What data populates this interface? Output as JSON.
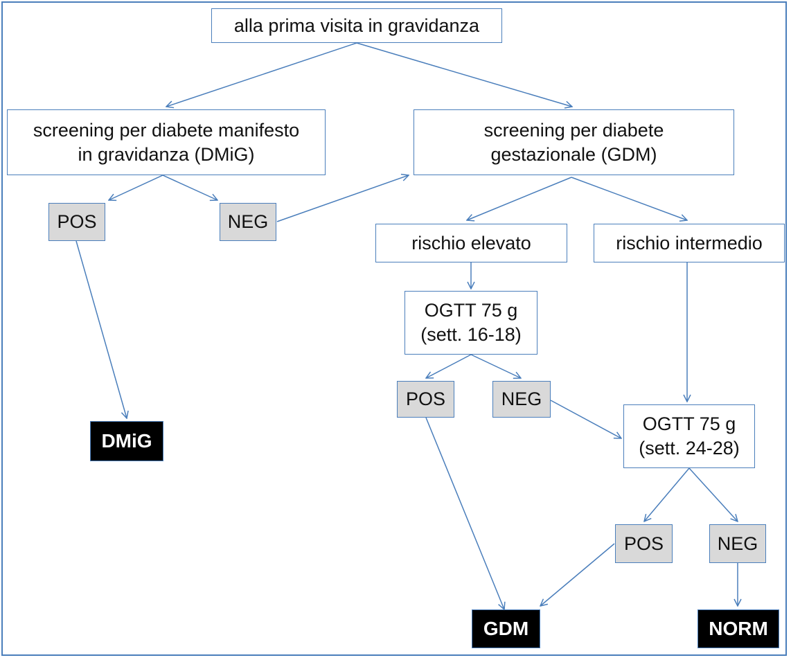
{
  "nodes": {
    "root": "alla prima visita in gravidanza",
    "dmig_screening": "screening per diabete manifesto\nin gravidanza (DMiG)",
    "gdm_screening": "screening per diabete\ngestazionale (GDM)",
    "pos_left": "POS",
    "neg_left": "NEG",
    "risk_high": "rischio elevato",
    "risk_mid": "rischio intermedio",
    "ogtt_early": "OGTT 75 g\n(sett. 16-18)",
    "pos_early": "POS",
    "neg_early": "NEG",
    "ogtt_late": "OGTT 75 g\n(sett. 24-28)",
    "pos_late": "POS",
    "neg_late": "NEG",
    "dmig": "DMiG",
    "gdm": "GDM",
    "norm": "NORM"
  },
  "colors": {
    "line": "#4a7ebb",
    "grey_fill": "#d9d9d9",
    "terminal_fill": "#000000"
  }
}
